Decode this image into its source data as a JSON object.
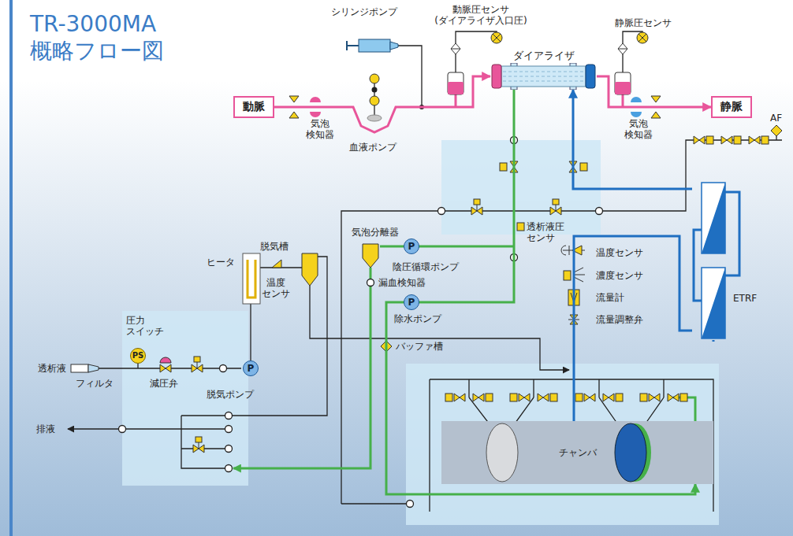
{
  "diagram": {
    "title": "TR-3000MA 概略フロー図",
    "nodes": [
      {
        "text": [
          "動脈"
        ]
      },
      {
        "text": [
          "ダイアライザ"
        ]
      },
      {
        "text": [
          "静脈"
        ]
      },
      {
        "text": [
          "ETRF"
        ]
      },
      {
        "text": [
          "チャンバ"
        ]
      }
    ],
    "edges": [
      {
        "from": 0,
        "to": 1,
        "arrow": "to"
      },
      {
        "from": 1,
        "to": 2,
        "arrow": "to"
      },
      {
        "from": 3,
        "to": 1,
        "arrow": "to"
      },
      {
        "from": 1,
        "to": 4,
        "arrow": "to"
      },
      {
        "from": 4,
        "to": 3,
        "arrow": "none"
      }
    ],
    "labels": [
      "シリンジポンプ",
      "動脈圧センサ (ダイアライザ入口圧)",
      "静脈圧センサ",
      "気泡 検知器",
      "血液ポンプ",
      "気泡 検知器",
      "AF",
      "透析液圧 センサ",
      "気泡分離器",
      "陰圧循環ポンプ",
      "漏血検知器",
      "除水ポンプ",
      "バッファ槽",
      "温度センサ",
      "濃度センサ",
      "流量計",
      "流量調整弁",
      "ヒータ",
      "脱気槽",
      "温度 センサ",
      "圧力 スイッチ",
      "PS",
      "透析液",
      "フィルタ",
      "減圧弁",
      "脱気ポンプ",
      "排液",
      "P",
      "P",
      "P"
    ]
  }
}
